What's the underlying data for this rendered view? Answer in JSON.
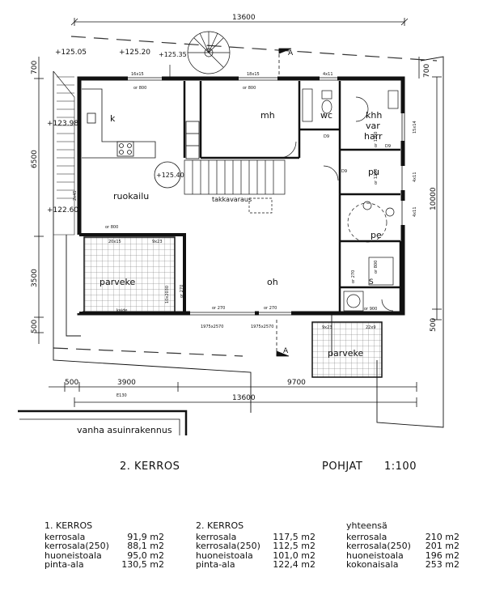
{
  "dimensions": {
    "top_total": "13600",
    "bottom_total": "13600",
    "bottom_segments": [
      "500",
      "3900",
      "9700"
    ],
    "left": [
      "700",
      "6500",
      "3500",
      "500"
    ],
    "right": [
      "10000",
      "500"
    ],
    "right_inner_top": "700",
    "left_small": "2x45"
  },
  "levels": [
    "+125.05",
    "+125.20",
    "+125.35",
    "+123.98",
    "+122.60",
    "+125.40"
  ],
  "section_marks": [
    "A",
    "A"
  ],
  "windows": [
    "16x15",
    "18x15",
    "4x11",
    "15x14",
    "4x11",
    "4x11",
    "20x15",
    "9x23",
    "9x23",
    "22x9",
    "1975x2570",
    "1975x2570",
    "E130"
  ],
  "openings": [
    "or 800",
    "or 800",
    "or 800",
    "or 270",
    "or 270",
    "or 270",
    "or 270",
    "or 1200",
    "or 1200",
    "or 900",
    "or 800",
    "D9",
    "D9",
    "D9",
    "10x2030"
  ],
  "rooms": {
    "k": "k",
    "mh": "mh",
    "wc": "wc",
    "khh": "khh",
    "var": "var",
    "harr": "harr",
    "pu": "pu",
    "pe": "pe",
    "ruokailu": "ruokailu",
    "parveke_left": "parveke",
    "oh": "oh",
    "parveke_right": "parveke",
    "s": "S",
    "takkavaraus": "takkavaraus",
    "kaide": "kaide",
    "vanha": "vanha asuinrakennus"
  },
  "titles": {
    "floor": "2. KERROS",
    "drawing": "POHJAT",
    "scale": "1:100"
  },
  "areas": [
    {
      "heading": "1. KERROS",
      "rows": [
        {
          "label": "kerrosala",
          "value": "91,9 m2"
        },
        {
          "label": "kerrosala(250)",
          "value": "88,1 m2"
        },
        {
          "label": "huoneistoala",
          "value": "95,0 m2"
        },
        {
          "label": "pinta-ala",
          "value": "130,5 m2"
        }
      ]
    },
    {
      "heading": "2. KERROS",
      "rows": [
        {
          "label": "kerrosala",
          "value": "117,5 m2"
        },
        {
          "label": "kerrosala(250)",
          "value": "112,5 m2"
        },
        {
          "label": "huoneistoala",
          "value": "101,0 m2"
        },
        {
          "label": "pinta-ala",
          "value": "122,4 m2"
        }
      ]
    },
    {
      "heading": "yhteensä",
      "rows": [
        {
          "label": "kerrosala",
          "value": "210 m2"
        },
        {
          "label": "kerrosala(250)",
          "value": "201 m2"
        },
        {
          "label": "huoneistoala",
          "value": "196 m2"
        },
        {
          "label": "kokonaisala",
          "value": "253 m2"
        }
      ]
    }
  ]
}
